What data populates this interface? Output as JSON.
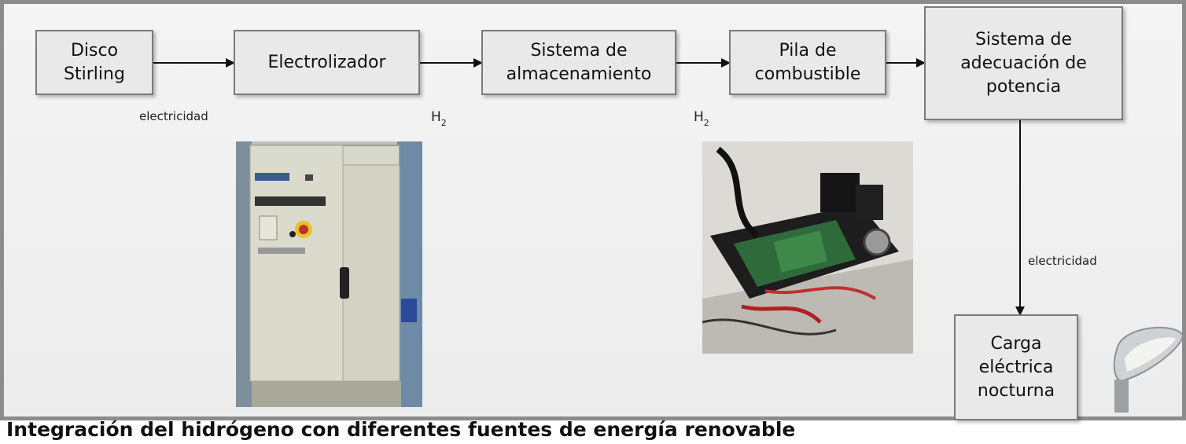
{
  "boxes": {
    "stirling": "Disco\nStirling",
    "electrolizador": "Electrolizador",
    "almacenamiento": "Sistema de\nalmacenamiento",
    "pila": "Pila de\ncombustible",
    "adecuacion": "Sistema de\nadecuación de\npotencia",
    "carga": "Carga\neléctrica\nnocturna"
  },
  "labels": {
    "electricidad_1": "electricidad",
    "h2_1": "H",
    "h2_1_sub": "2",
    "h2_2": "H",
    "h2_2_sub": "2",
    "electricidad_2": "electricidad"
  },
  "images": {
    "electrolyzer": "electrolyzer-cabinet-photo",
    "fuel_cell": "fuel-cell-rig-photo",
    "lamp": "street-lamp-icon"
  },
  "caption": "Integración del hidrógeno con diferentes fuentes de energía renovable"
}
